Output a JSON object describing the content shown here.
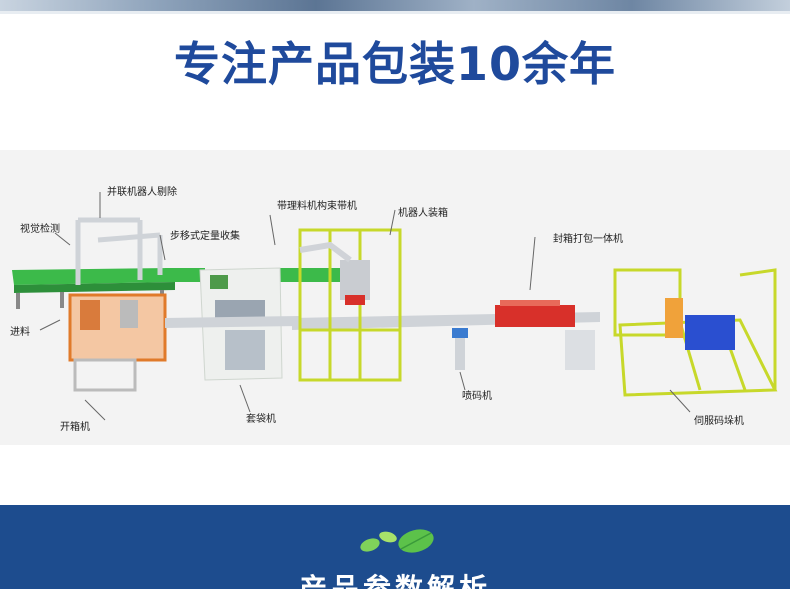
{
  "headline": "专注产品包装10余年",
  "callouts": {
    "parallel_robot_reject": "并联机器人剔除",
    "vision_inspection": "视觉检测",
    "stepping_quant_collect": "步移式定量收集",
    "strap_machine": "带理料机构束带机",
    "robot_case_packing": "机器人装箱",
    "seal_pack_unit": "封箱打包一体机",
    "infeed": "进料",
    "case_erector": "开箱机",
    "bagging_machine": "套袋机",
    "inkjet_coder": "喷码机",
    "servo_palletizer": "伺服码垛机"
  },
  "colors": {
    "headline": "#1f4a9c",
    "band": "#1d4c8e",
    "machine_green": "#3cba4a",
    "guard_yellow": "#c7d82a",
    "accent_red": "#d8302a",
    "orange_frame": "#e07a2a",
    "pallet_blue": "#2a4fd0"
  },
  "section": {
    "title": "产品参数解析",
    "icon": "leaf-icon"
  }
}
